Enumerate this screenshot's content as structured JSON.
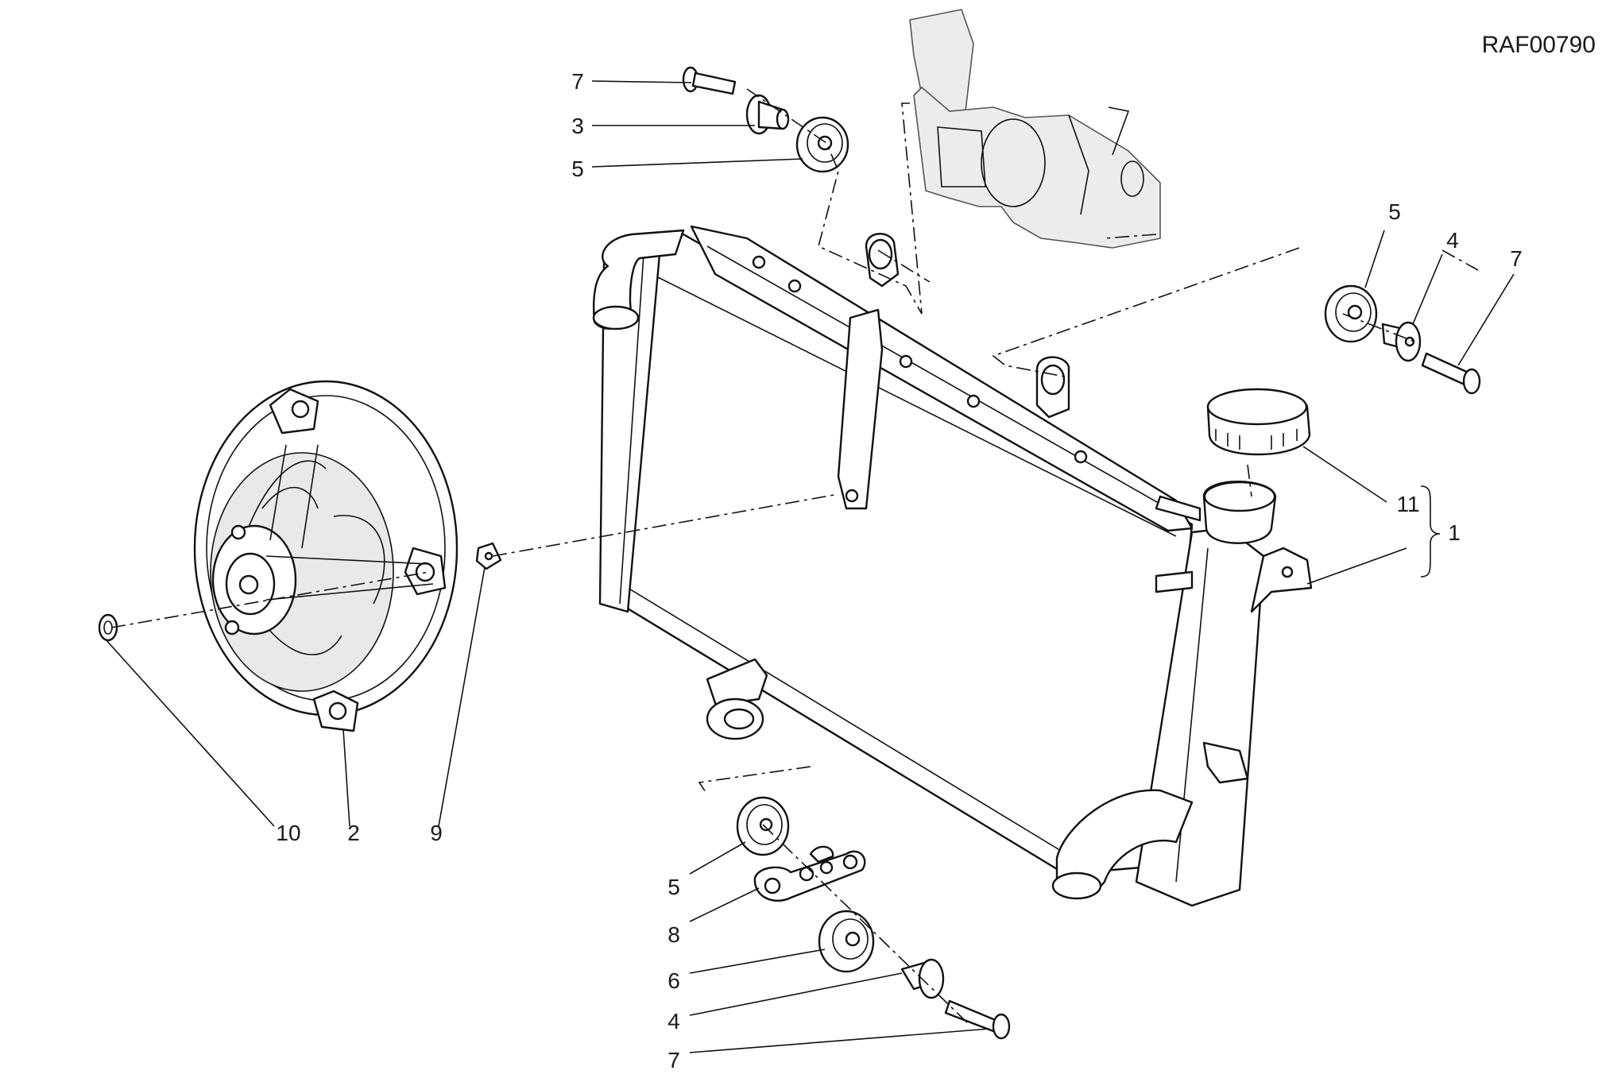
{
  "drawing_ref": "RAF00790",
  "callouts": {
    "top_bolt": "7",
    "top_spacer": "3",
    "top_grommet": "5",
    "right_grommet": "5",
    "right_spacer": "4",
    "right_bolt": "7",
    "cap": "11",
    "assembly": "1",
    "fan_screw": "10",
    "fan": "2",
    "clip": "9",
    "bottom_grommet": "5",
    "bracket": "8",
    "bottom_grommet_large": "6",
    "bottom_spacer": "4",
    "bottom_bolt": "7"
  }
}
